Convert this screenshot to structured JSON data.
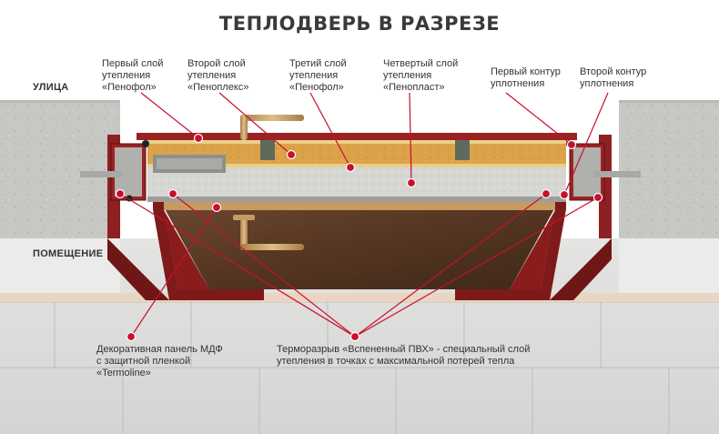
{
  "title": "ТЕПЛОДВЕРЬ В РАЗРЕЗЕ",
  "zones": {
    "outside": "УЛИЦА",
    "inside": "ПОМЕЩЕНИЕ"
  },
  "labels": {
    "layer1": [
      "Первый слой",
      "утепления",
      "«Пенофол»"
    ],
    "layer2": [
      "Второй слой",
      "утепления",
      "«Пеноплекс»"
    ],
    "layer3": [
      "Третий слой",
      "утепления",
      "«Пенофол»"
    ],
    "layer4": [
      "Четвертый слой",
      "утепления",
      "«Пенопласт»"
    ],
    "seal1": [
      "Первый контур",
      "уплотнения"
    ],
    "seal2": [
      "Второй контур",
      "уплотнения"
    ],
    "mdf": [
      "Декоративная панель МДФ",
      "с защитной пленкой",
      "«Termoline»"
    ],
    "thermal_break": [
      "Терморазрыв «Вспененный ПВХ» - специальный слой",
      "утепления в точках с максимальной потерей тепла"
    ]
  },
  "colors": {
    "steel_red": "#8a1c1c",
    "callout_red": "#c8102e",
    "penofol": "#d9a64a",
    "foam": "#d2d2cf",
    "mdf_wood": "#5a3a26",
    "concrete": "#c9c9c6",
    "brass": "#c8a165"
  }
}
